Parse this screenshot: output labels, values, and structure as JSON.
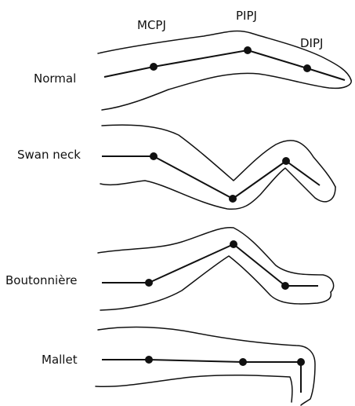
{
  "labels": {
    "mcpj": "MCPJ",
    "pipj": "PIPJ",
    "dipj": "DIPJ"
  },
  "rows": [
    {
      "name": "Normal"
    },
    {
      "name": "Swan neck"
    },
    {
      "name": "Boutonnière"
    },
    {
      "name": "Mallet"
    }
  ]
}
